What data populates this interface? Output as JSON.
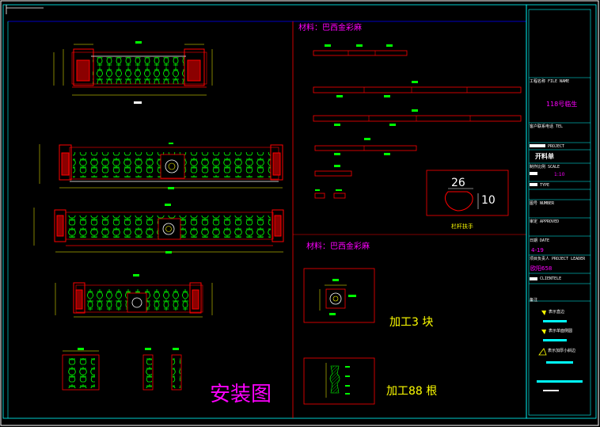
{
  "drawing": {
    "materials_note_top": "材料：巴西金彩麻",
    "materials_note_bottom": "材料：巴西金彩麻",
    "install_title": "安装图",
    "process_blocks": "加工3 块",
    "process_rods": "加工88 根",
    "profile_caption": "栏杆扶手",
    "profile_dim_top": "26",
    "profile_dim_right": "10"
  },
  "title_block": {
    "project_name_label": "工程名称 FILE NAME",
    "project_name_value": "118号临生",
    "client_label": "客户联系电话 TEL",
    "project_label": "PROJECT",
    "drawing_title": "开料单",
    "scale_label": "制作比例 SCALE",
    "scale_value": "1:10",
    "type_label": "TYPE",
    "number_label": "图号 NUMBER",
    "approved_label": "审定 APPROVED",
    "date_label": "日期 DATE",
    "date_value": "4-19",
    "leader_label": "项目负责人 PROJECT LEADER",
    "leader_value": "欧阳658",
    "client_title_label": "CLIENTELE",
    "remarks_label": "备注",
    "legend_1": "表示直边",
    "legend_2": "表示单面侧圆",
    "legend_3": "表示加厚小斜边"
  },
  "colors": {
    "background": "#000000",
    "frame": "#00ffff",
    "panel_frame": "#ff0000",
    "baluster": "#00ff00",
    "dimension": "#ffff00",
    "text": "#ff00ff",
    "legend_bar": "#00ffff"
  }
}
